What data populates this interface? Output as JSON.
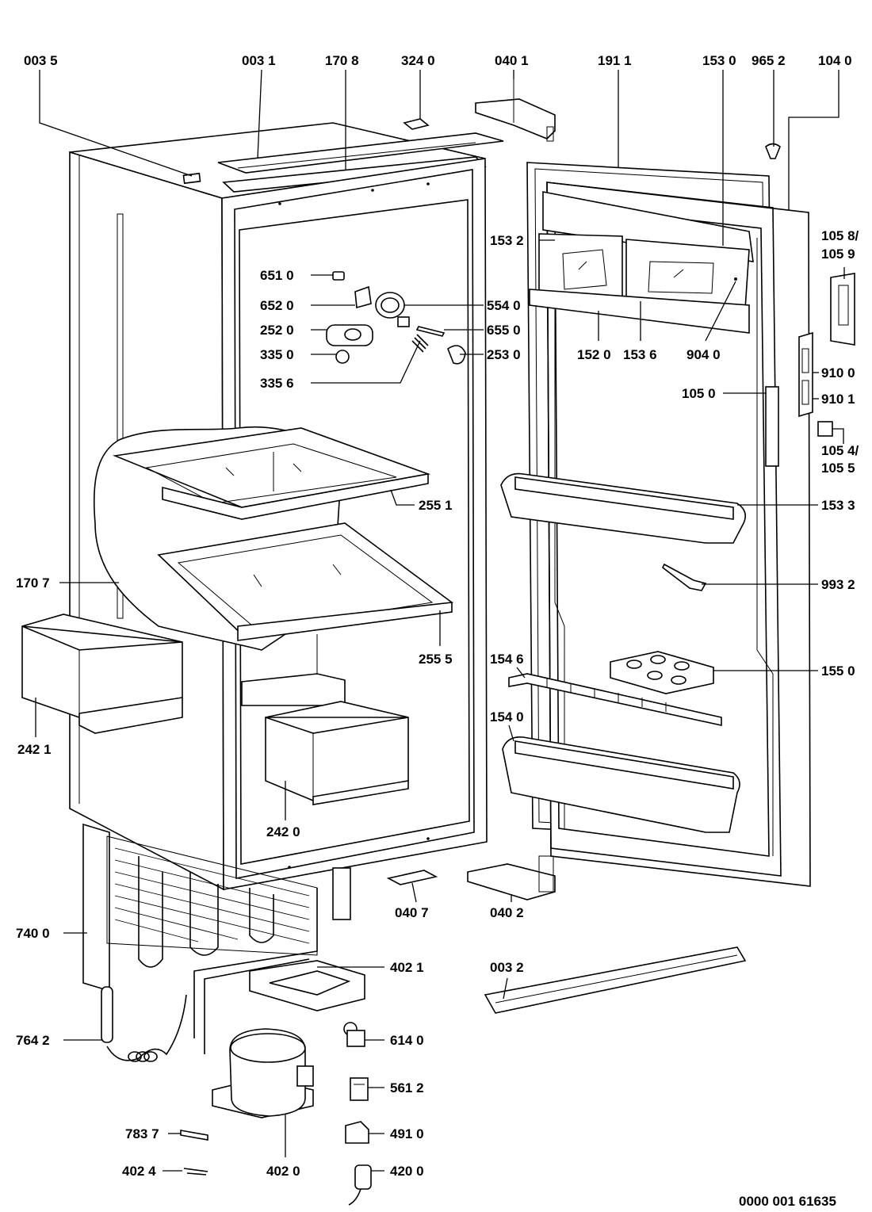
{
  "diagram": {
    "document_code": "0000 001 61635",
    "callouts": {
      "c0035": "003 5",
      "c0031": "003 1",
      "c1708": "170 8",
      "c3240": "324 0",
      "c0401": "040 1",
      "c1911": "191 1",
      "c1530": "153 0",
      "c9652": "965 2",
      "c1040": "104 0",
      "c1532": "153 2",
      "c1058": "105 8/",
      "c1059": "105 9",
      "c6510": "651 0",
      "c6520": "652 0",
      "c5540": "554 0",
      "c2520": "252 0",
      "c6550": "655 0",
      "c3350": "335 0",
      "c2530": "253 0",
      "c1520": "152 0",
      "c1536": "153 6",
      "c9040": "904 0",
      "c3356": "335 6",
      "c9100": "910 0",
      "c1050": "105 0",
      "c9101": "910 1",
      "c1054": "105 4/",
      "c1055": "105 5",
      "c2551": "255 1",
      "c1533": "153 3",
      "c1707": "170 7",
      "c9932": "993 2",
      "c2555": "255 5",
      "c1546": "154 6",
      "c1550": "155 0",
      "c1540": "154 0",
      "c2421": "242 1",
      "c2420": "242 0",
      "c0407": "040 7",
      "c0402": "040 2",
      "c7400": "740 0",
      "c4021": "402 1",
      "c0032": "003 2",
      "c7642": "764 2",
      "c6140": "614 0",
      "c5612": "561 2",
      "c7837": "783 7",
      "c4910": "491 0",
      "c4024": "402 4",
      "c4020": "402 0",
      "c4200": "420 0"
    }
  }
}
